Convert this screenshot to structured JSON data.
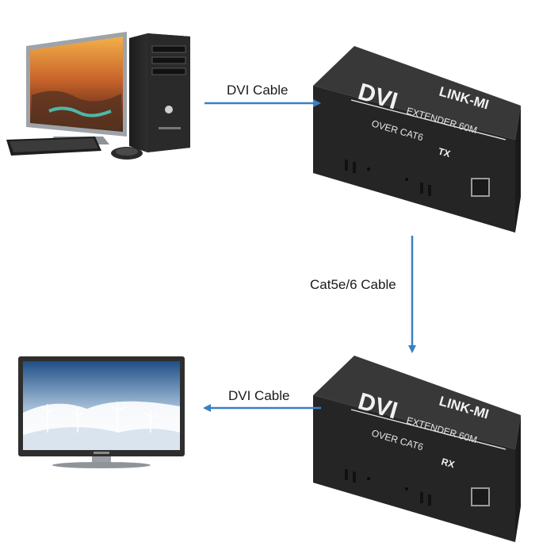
{
  "connections": {
    "pc_to_tx": "DVI Cable",
    "tx_to_rx": "Cat5e/6 Cable",
    "rx_to_tv": "DVI Cable"
  },
  "transmitter": {
    "title": "DVI",
    "brand": "LINK-MI",
    "line1": "EXTENDER 60M",
    "line2": "OVER CAT6",
    "mode": "TX"
  },
  "receiver": {
    "title": "DVI",
    "brand": "LINK-MI",
    "line1": "EXTENDER 60M",
    "line2": "OVER CAT6",
    "mode": "RX"
  },
  "colors": {
    "arrow": "#3a7fc4",
    "device_body": "#2b2b2b",
    "device_top": "#353535"
  }
}
